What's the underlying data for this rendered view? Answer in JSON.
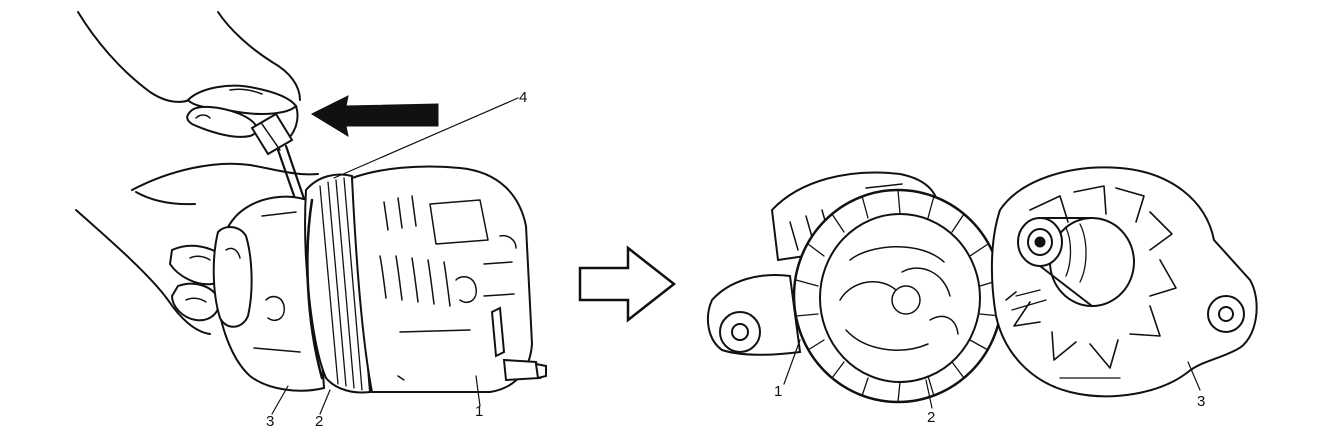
{
  "figure": {
    "left_labels": {
      "housing": "3",
      "stator": "2",
      "front_housing": "1",
      "tool": "4"
    },
    "right_labels": {
      "front_housing": "1",
      "stator": "2",
      "rear_housing": "3"
    }
  },
  "colors": {
    "ink": "#111111",
    "paper": "#ffffff"
  }
}
